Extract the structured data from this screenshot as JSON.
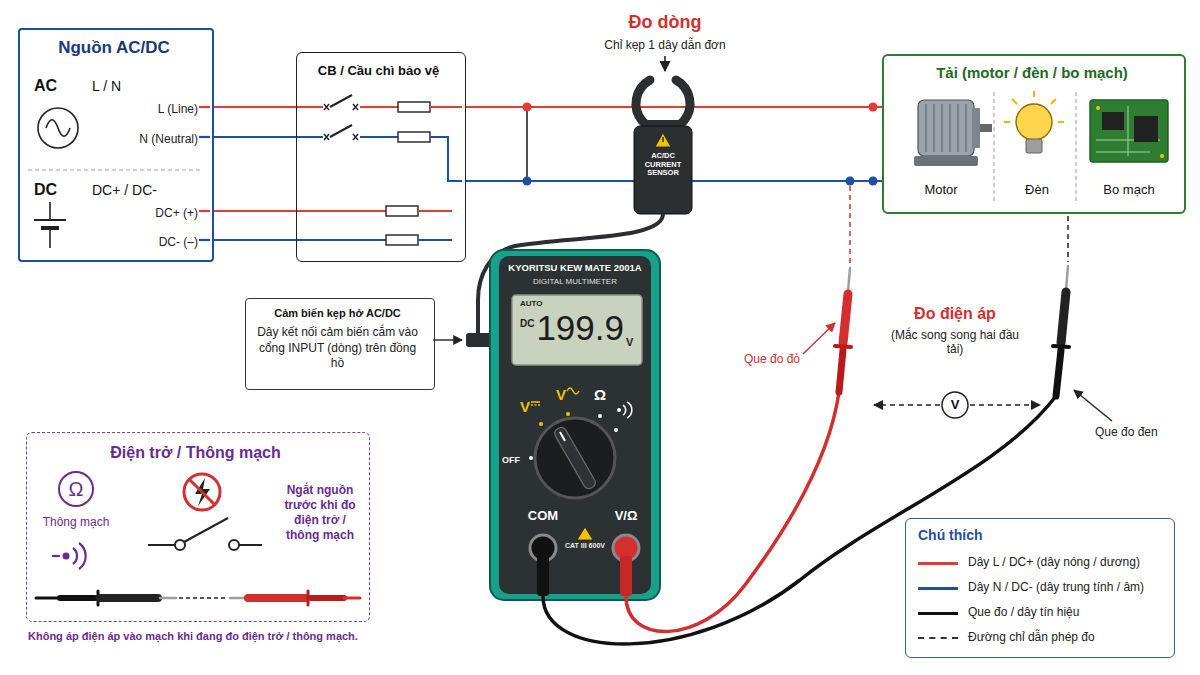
{
  "diagram": {
    "nodes": [
      {
        "text": [
          "Nguồn AC/DC",
          "AC",
          "L / N",
          "L (Line)",
          "N (Neutral)",
          "DC",
          "DC+ / DC-",
          "DC+ (+)",
          "DC- (–)"
        ]
      },
      {
        "text": [
          "CB / Cầu chì bảo vệ"
        ]
      },
      {
        "text": [
          "Tải (motor / đèn / bo mạch)",
          "Motor",
          "Đèn",
          "Bo mạch"
        ]
      },
      {
        "text": [
          "Cảm biến kẹp hở AC/DC",
          "Dây kết nối cảm biến cắm vào cổng INPUT (dòng) trên đồng hồ"
        ]
      },
      {
        "text": [
          "Điện trở / Thông mạch",
          "Ω",
          "Thông mạch",
          "Ngắt nguồn trước khi đo điện trở / thông mạch"
        ]
      },
      {
        "text": [
          "Chú thích"
        ]
      }
    ],
    "edges": [
      {
        "from": 0,
        "to": 1,
        "arrow": "none"
      },
      {
        "from": 0,
        "to": 1,
        "arrow": "none"
      },
      {
        "from": 0,
        "to": 1,
        "arrow": "none"
      },
      {
        "from": 0,
        "to": 1,
        "arrow": "none"
      },
      {
        "from": 1,
        "to": 2,
        "arrow": "none"
      },
      {
        "from": 1,
        "to": 2,
        "arrow": "none"
      }
    ],
    "labels": [
      "Đo dòng",
      "Chỉ kẹp 1 dây dẫn đơn",
      "AC/DC CURRENT SENSOR",
      "KYORITSU KEW MATE 2001A",
      "DIGITAL MULTIMETER",
      "AUTO",
      "DC",
      "199.9",
      "V",
      "V",
      "V",
      "Ω",
      "OFF",
      "COM",
      "V/Ω",
      "CAT III 600V",
      "Que đo đỏ",
      "Đo điện áp",
      "(Mắc song song hai đầu tải)",
      "V",
      "Que đo đen",
      "Không áp điện áp vào mạch khi đang đo điện trở / thông mạch."
    ],
    "legend": [
      {
        "text": "Dây L / DC+ (dây nóng / dương)",
        "color": "#e53935"
      },
      {
        "text": "Dây N / DC- (dây trung tính / âm)",
        "color": "#1e4fa3"
      },
      {
        "text": "Que đo / dây tín hiệu",
        "color": "#111111"
      },
      {
        "text": "Đường chỉ dẫn phép đo"
      }
    ]
  }
}
